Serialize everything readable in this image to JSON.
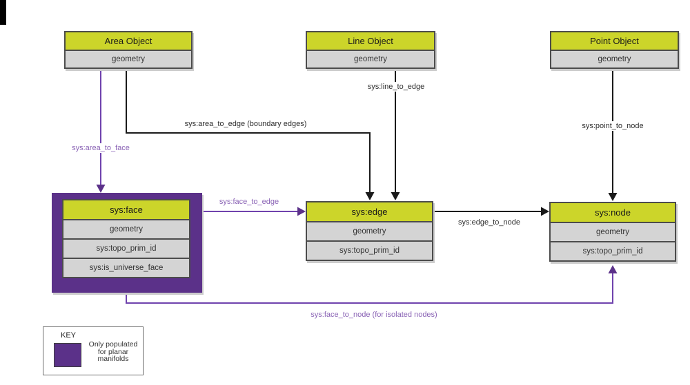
{
  "diagram": {
    "boxes": {
      "area_object": {
        "title": "Area Object",
        "rows": [
          "geometry"
        ]
      },
      "line_object": {
        "title": "Line Object",
        "rows": [
          "geometry"
        ]
      },
      "point_object": {
        "title": "Point Object",
        "rows": [
          "geometry"
        ]
      },
      "sys_face": {
        "title": "sys:face",
        "rows": [
          "geometry",
          "sys:topo_prim_id",
          "sys:is_universe_face"
        ]
      },
      "sys_edge": {
        "title": "sys:edge",
        "rows": [
          "geometry",
          "sys:topo_prim_id"
        ]
      },
      "sys_node": {
        "title": "sys:node",
        "rows": [
          "geometry",
          "sys:topo_prim_id"
        ]
      }
    },
    "relationships": {
      "area_to_face": "sys:area_to_face",
      "area_to_edge": "sys:area_to_edge (boundary edges)",
      "line_to_edge": "sys:line_to_edge",
      "point_to_node": "sys:point_to_node",
      "face_to_edge": "sys:face_to_edge",
      "edge_to_node": "sys:edge_to_node",
      "face_to_node": "sys:face_to_node (for isolated nodes)"
    },
    "key": {
      "title": "KEY",
      "note_lines": [
        "Only populated",
        "for planar",
        "manifolds"
      ]
    },
    "colors": {
      "header_fill": "#ccd52a",
      "row_fill": "#d4d4d4",
      "box_border": "#4c4c4c",
      "purple_fill": "#5b3189",
      "purple_line": "#6f42ad",
      "purple_label": "#8a63b5",
      "black_line": "#1a1a1a"
    }
  }
}
